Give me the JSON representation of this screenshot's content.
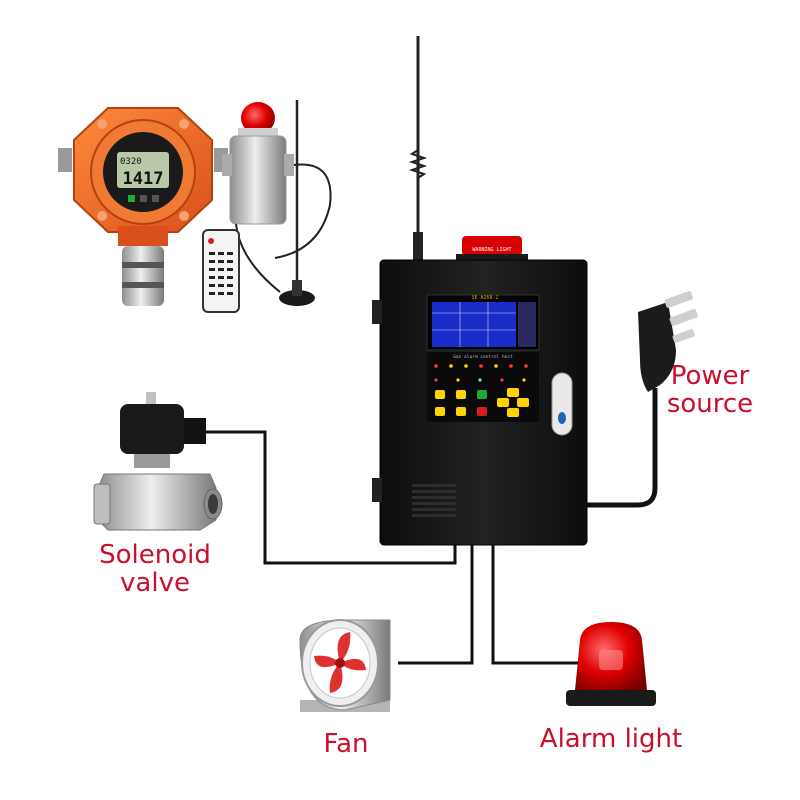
{
  "labels": {
    "power_source": "Power\nsource",
    "solenoid_valve": "Solenoid\nvalve",
    "fan": "Fan",
    "alarm_light": "Alarm light"
  },
  "detector": {
    "display_small": "0320",
    "display_big": "1417"
  },
  "controller": {
    "model": "SE-A268-2",
    "warning_light_text": "WARNING LIGHT",
    "panel_title": "Gas alarm control host"
  },
  "colors": {
    "label_red": "#c8102e",
    "detector_orange": "#f26a21",
    "cabinet_black": "#151515",
    "screen_blue": "#1a2cc8",
    "wire": "#111111"
  }
}
